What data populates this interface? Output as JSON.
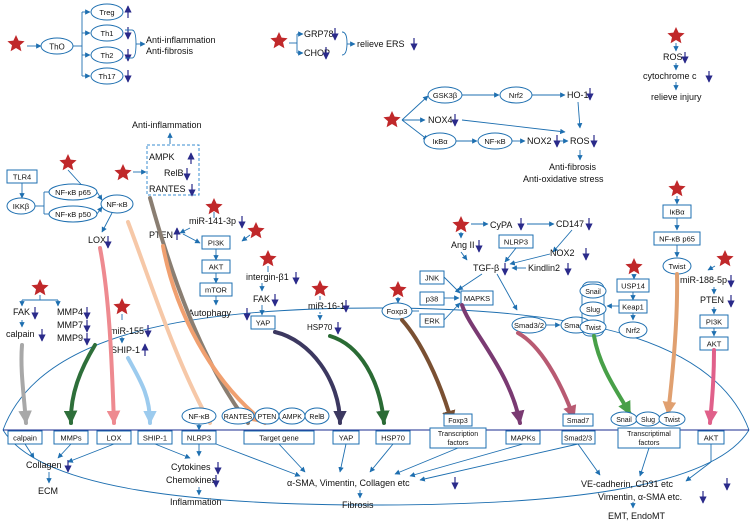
{
  "colors": {
    "star": "#c0282a",
    "node": "#1e6fb0",
    "arrow_dir": "#2a2a8a"
  },
  "tcell": {
    "center": "ThO",
    "subsets": [
      "Treg",
      "Th1",
      "Th2",
      "Th17"
    ],
    "dirs": [
      "up",
      "down",
      "down",
      "down"
    ],
    "effect_1": "Anti-inflammation",
    "effect_2": "Anti-fibrosis"
  },
  "ers": {
    "grp78": "GRP78",
    "chop": "CHOP",
    "effect": "relieve ERS"
  },
  "ros_panel": {
    "ros": "ROS",
    "cyto": "cytochrome c",
    "effect": "relieve injury"
  },
  "ho1_panel": {
    "gsk": "GSK3β",
    "nrf2": "Nrf2",
    "ho1": "HO-1",
    "nox4": "NOX4",
    "ikba": "IκBα",
    "nfkb": "NF-κB",
    "nox2": "NOX2",
    "ros": "ROS",
    "effect_1": "Anti-fibrosis",
    "effect_2": "Anti-oxidative stress"
  },
  "ampk_panel": {
    "title": "Anti-inflammation",
    "ampk": "AMPK",
    "relb": "RelB",
    "rantes": "RANTES"
  },
  "tlr_panel": {
    "tlr4": "TLR4",
    "ikkb": "IKKβ",
    "p65": "NF-κB p65",
    "p50": "NF-κB p50",
    "nfkb": "NF-κB",
    "lox": "LOX"
  },
  "pi3k_panel": {
    "mir": "miR-141-3p",
    "pten": "PTEN",
    "pi3k": "PI3K",
    "akt": "AKT",
    "mtor": "mTOR",
    "autophagy": "Autophagy"
  },
  "integrin_panel": {
    "integrin": "intergin-β1",
    "fak": "FAK",
    "yap": "YAP"
  },
  "mir16_panel": {
    "mir": "miR-16-1",
    "hsp70": "HSP70"
  },
  "tgf_panel": {
    "cypa": "CyPA",
    "cd147": "CD147",
    "ang": "Ang II",
    "nlrp3": "NLRP3",
    "nox2": "NOX2",
    "tgfb": "TGF-β",
    "kindlin": "Kindlin2",
    "jnk": "JNK",
    "p38": "p38",
    "erk": "ERK",
    "mapks": "MAPKS",
    "foxp3": "Foxp3",
    "smad32": "Smad3/2",
    "smad7": "Smad7"
  },
  "usp_panel": {
    "snail": "Snail",
    "slug": "Slug",
    "twist": "Twist",
    "usp14": "USP14",
    "keap1": "Keap1",
    "nrf2": "Nrf2"
  },
  "ikba_panel": {
    "ikba": "IκBα",
    "p65": "NF-κB p65",
    "twist": "Twist"
  },
  "mir188_panel": {
    "mir": "miR-188-5p",
    "pten": "PTEN",
    "pi3k": "PI3K",
    "akt": "AKT"
  },
  "left_panel": {
    "fak": "FAK",
    "calpain": "calpain",
    "mmp4": "MMP4",
    "mmp7": "MMP7",
    "mmp9": "MMP9",
    "mir155": "miR-155",
    "ship1": "SHIP-1"
  },
  "cell_row": {
    "calpain": "calpain",
    "mmps": "MMPs",
    "lox": "LOX",
    "ship1": "SHIP-1",
    "nfkb": "NF-κB",
    "nlrp3": "NLRP3",
    "rantes": "RANTES",
    "pten": "PTEN",
    "ampk": "AMPK",
    "relb": "RelB",
    "target": "Target gene",
    "yap": "YAP",
    "hsp70": "HSP70",
    "foxp3": "Foxp3",
    "tf1": "Transcription",
    "tf2": "factors",
    "mapks": "MAPKs",
    "smad7": "Smad7",
    "smad23": "Smad2/3",
    "snail": "Snail",
    "slug": "Slug",
    "twist": "Twist",
    "ttf1": "Transcriptimal",
    "ttf2": "factors",
    "akt": "AKT"
  },
  "outputs": {
    "collagen": "Collagen",
    "ecm": "ECM",
    "cytokines": "Cytokines",
    "chemokines": "Chemokines",
    "inflammation": "Inflammation",
    "asma": "α-SMA, Vimentin, Collagen etc",
    "fibrosis": "Fibrosis",
    "vecad": "VE-cadherin, CD31 etc",
    "vim": "Vimentin, α-SMA etc.",
    "emt": "EMT, EndoMT"
  }
}
